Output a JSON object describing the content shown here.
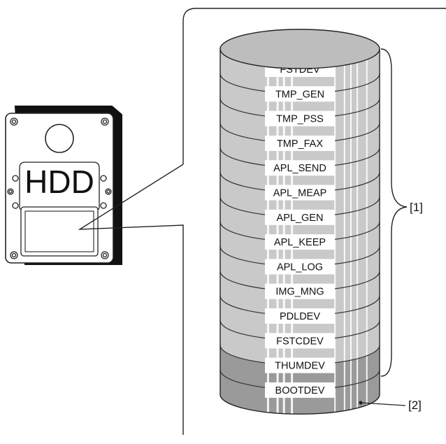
{
  "hdd_label": "HDD",
  "partitions": [
    "FSTDEV",
    "TMP_GEN",
    "TMP_PSS",
    "TMP_FAX",
    "APL_SEND",
    "APL_MEAP",
    "APL_GEN",
    "APL_KEEP",
    "APL_LOG",
    "IMG_MNG",
    "PDLDEV",
    "FSTCDEV",
    "THUMDEV",
    "BOOTDEV"
  ],
  "group_labels": {
    "bracket_1": "[1]",
    "callout_2": "[2]"
  },
  "colors": {
    "light_band": "#c9c9c9",
    "dark_band": "#9a9a9a",
    "top_face": "#bdbdbd",
    "stripe": "#ffffff"
  }
}
